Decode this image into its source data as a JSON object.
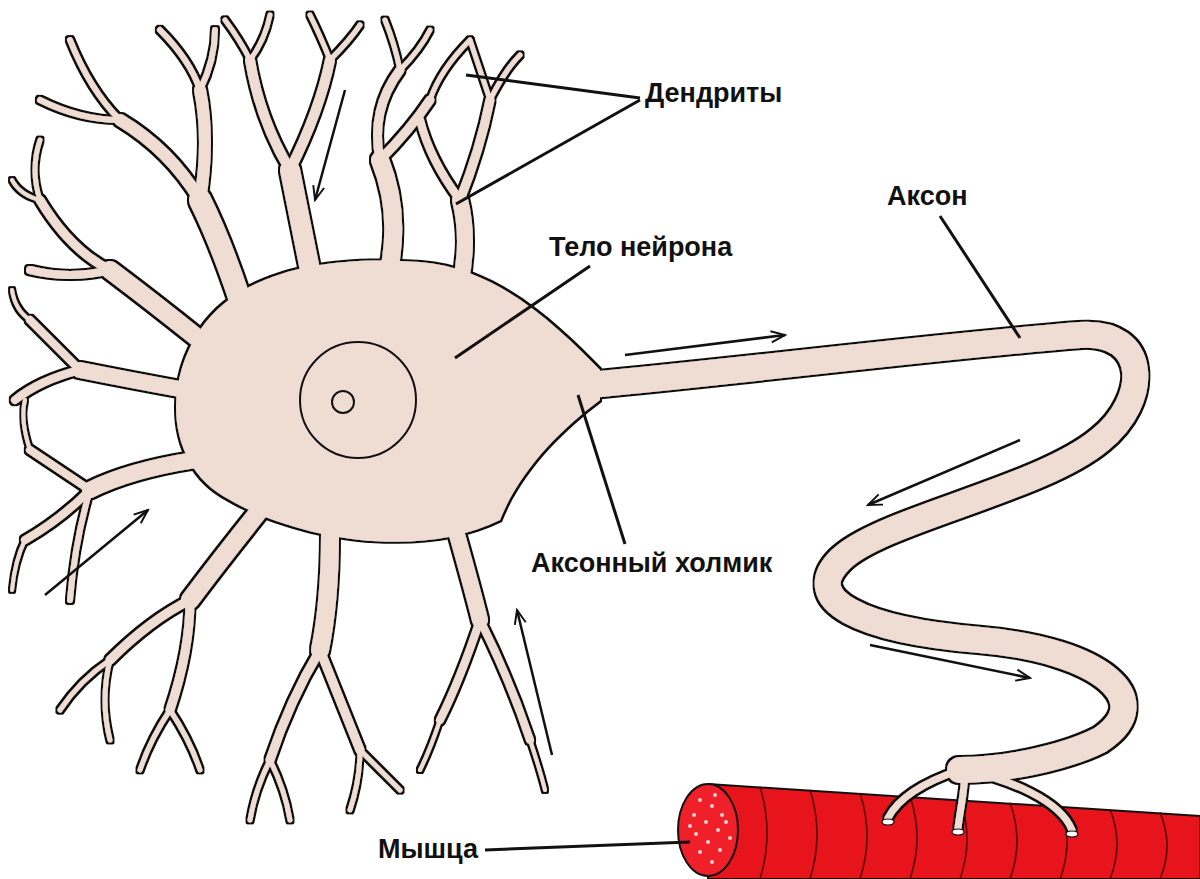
{
  "diagram": {
    "labels": [
      "Дендриты",
      "Аксон",
      "Тело нейрона",
      "Аксонный холмик",
      "Мышца"
    ]
  }
}
